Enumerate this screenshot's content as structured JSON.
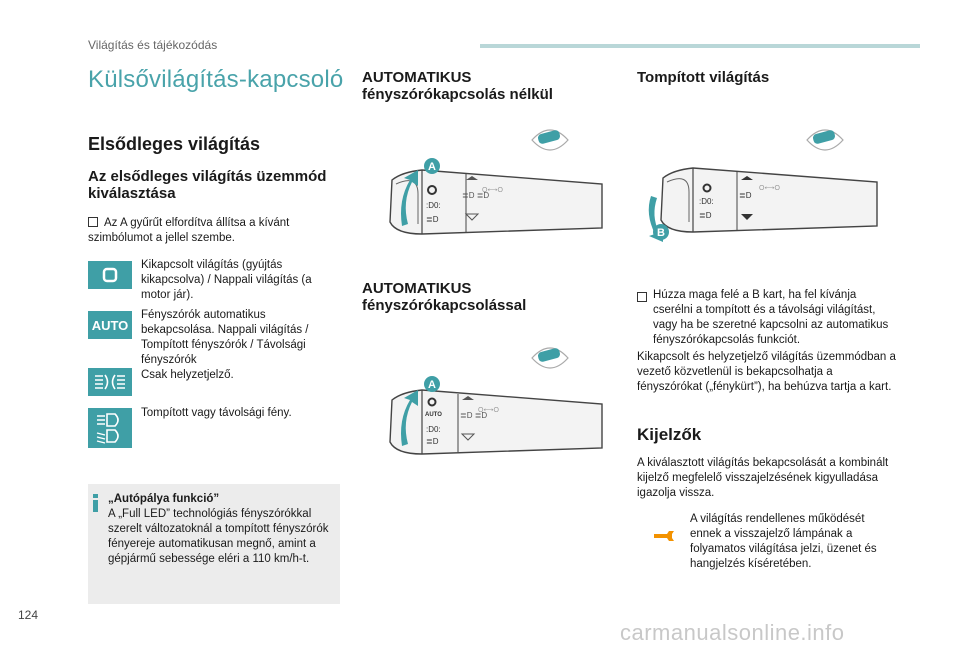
{
  "header": {
    "section": "Világítás és tájékozódás"
  },
  "page_title": "Külsővilágítás-kapcsoló",
  "left": {
    "section_title": "Elsődleges világítás",
    "subsection_title": "Az elsődleges világítás üzemmód kiválasztása",
    "instruction": "Az A gyűrűt elfordítva állítsa a kívánt szimbólumot a jellel szembe.",
    "modes": [
      {
        "icon": "light-off-icon",
        "text": "Kikapcsolt világítás (gyújtás kikapcsolva) / Nappali világítás (a motor jár)."
      },
      {
        "icon": "auto-icon",
        "label": "AUTO",
        "text": "Fényszórók automatikus bekapcsolása. Nappali világítás / Tompított fényszórók / Távolsági fényszórók"
      },
      {
        "icon": "position-lights-icon",
        "text": "Csak helyzetjelző."
      },
      {
        "icon": "dipped-main-beam-icon",
        "text": "Tompított vagy távolsági fény."
      }
    ],
    "note": {
      "title": "„Autópálya funkció”",
      "text": "A „Full LED” technológiás fényszórókkal szerelt változatoknál a tompított fényszórók fényereje automatikusan megnő, amint a gépjármű sebessége eléri a 110 km/h-t."
    }
  },
  "middle": {
    "title1": "AUTOMATIKUS fényszórókapcsolás nélkül",
    "title2": "AUTOMATIKUS fényszórókapcsolással",
    "callout_a": "A",
    "knob_auto": "AUTO"
  },
  "right": {
    "title": "Tompított világítás",
    "callout_b": "B",
    "instruction": "Húzza maga felé a B kart, ha fel kívánja cserélni a tompított és a távolsági világítást, vagy ha be szeretné kapcsolni az automatikus fényszórókapcsolás funkciót.",
    "paragraph": "Kikapcsolt és helyzetjelző világítás üzemmódban a vezető közvetlenül is bekapcsolhatja a fényszórókat („fénykürt”), ha behúzva tartja a kart.",
    "indicators_title": "Kijelzők",
    "indicators_text": "A kiválasztott világítás bekapcsolását a kombinált kijelző megfelelő visszajelzésének kigyulladása igazolja vissza.",
    "warning_text": "A világítás rendellenes működését ennek a visszajelző lámpának a folyamatos világítása jelzi, üzenet és hangjelzés kíséretében."
  },
  "footer": {
    "page_number": "124",
    "watermark": "carmanualsonline.info"
  },
  "colors": {
    "accent": "#3f9fa6",
    "title_teal": "#49a3aa",
    "note_bg": "#ececec",
    "warning_orange": "#f39200"
  }
}
